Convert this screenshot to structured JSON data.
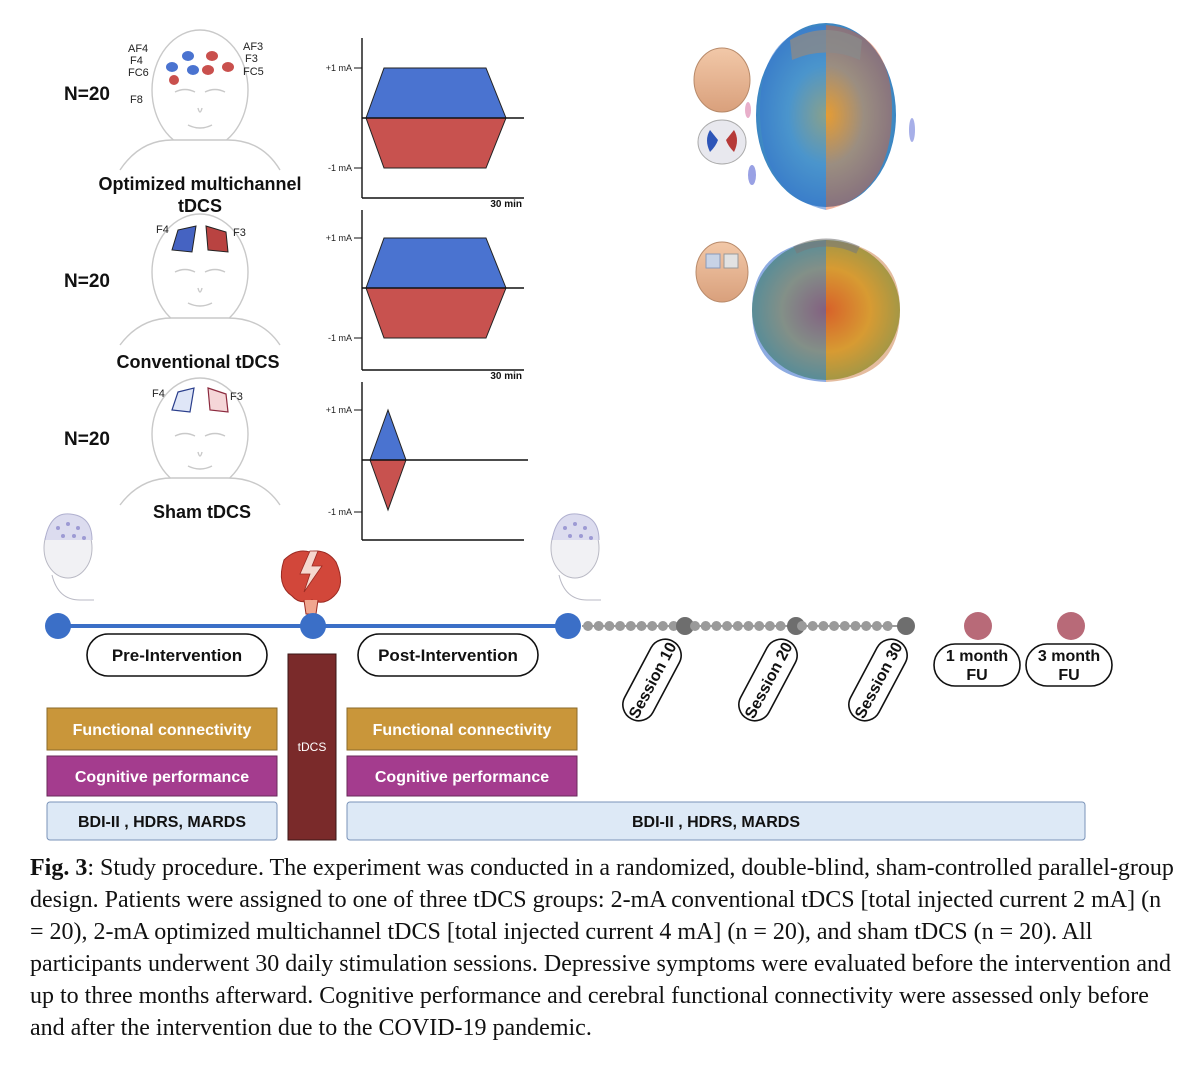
{
  "groups": [
    {
      "n_label": "N=20",
      "name_line1": "Optimized multichannel",
      "name_line2": "tDCS",
      "electrodes_right": [
        "AF4",
        "F4",
        "FC6",
        "F8"
      ],
      "electrodes_left": [
        "AF3",
        "F3",
        "FC5"
      ],
      "waveform": {
        "plus": "+1 mA",
        "minus": "-1 mA",
        "duration": "30 min"
      }
    },
    {
      "n_label": "N=20",
      "name": "Conventional tDCS",
      "electrode_a": "F4",
      "electrode_b": "F3",
      "waveform": {
        "plus": "+1 mA",
        "minus": "-1 mA",
        "duration": "30 min"
      }
    },
    {
      "n_label": "N=20",
      "name": "Sham tDCS",
      "electrode_a": "F4",
      "electrode_b": "F3",
      "waveform": {
        "plus": "+1 mA",
        "minus": "-1 mA"
      }
    }
  ],
  "timeline": {
    "pre": "Pre-Intervention",
    "post": "Post-Intervention",
    "tdcs": "tDCS",
    "sessions": [
      "Session 10",
      "Session 20",
      "Session 30"
    ],
    "fu1_line1": "1 month",
    "fu1_line2": "FU",
    "fu3_line1": "3 month",
    "fu3_line2": "FU"
  },
  "measures": {
    "functional": "Functional connectivity",
    "cognitive": "Cognitive performance",
    "scales": "BDI-II , HDRS, MARDS"
  },
  "caption": {
    "label": "Fig. 3",
    "text": ": Study procedure. The experiment was conducted in a randomized, double-blind, sham-controlled parallel-group design. Patients were assigned to one of three tDCS groups: 2-mA conventional tDCS [total injected current 2 mA] (n = 20), 2-mA optimized multichannel tDCS [total injected current 4 mA] (n = 20), and sham tDCS (n = 20). All participants underwent 30 daily stimulation sessions. Depressive symptoms were evaluated before the intervention and up to three months afterward. Cognitive performance and cerebral functional connectivity were assessed only before and after the intervention due to the COVID-19 pandemic."
  },
  "colors": {
    "anode_blue": "#3f6fcf",
    "cathode_red": "#c6504e",
    "timeline_blue": "#3b6fc7",
    "session_gray": "#8f8f8f",
    "fu_mauve": "#b86a78",
    "functional_box": "#c9963a",
    "cognitive_box": "#a43c8e",
    "scales_box": "#dde9f6",
    "tdcs_bar": "#7a2a2a"
  }
}
